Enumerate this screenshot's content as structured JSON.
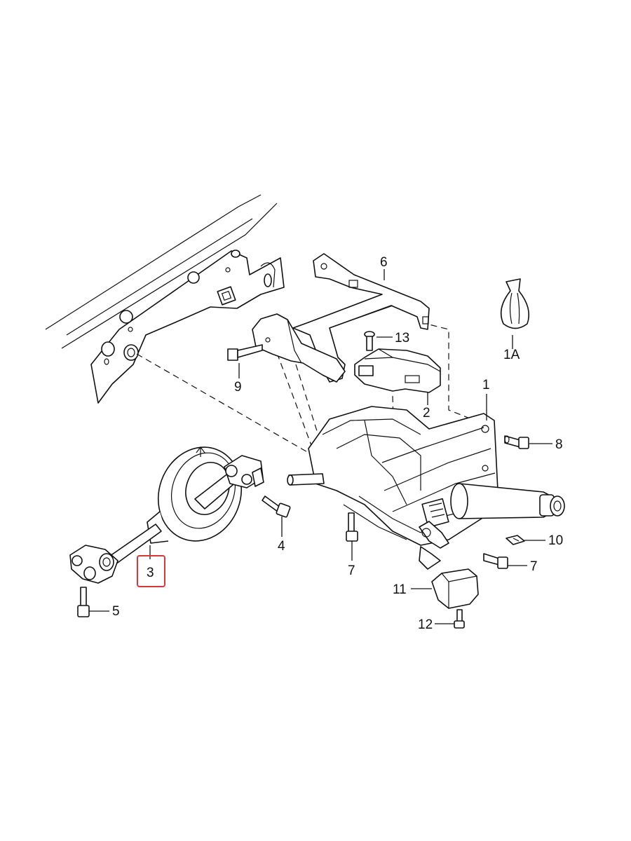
{
  "callouts": [
    {
      "id": "c1",
      "label": "1"
    },
    {
      "id": "c1a",
      "label": "1A"
    },
    {
      "id": "c2",
      "label": "2"
    },
    {
      "id": "c3",
      "label": "3",
      "highlighted": true
    },
    {
      "id": "c4",
      "label": "4"
    },
    {
      "id": "c5",
      "label": "5"
    },
    {
      "id": "c6",
      "label": "6"
    },
    {
      "id": "c7a",
      "label": "7"
    },
    {
      "id": "c7b",
      "label": "7"
    },
    {
      "id": "c8",
      "label": "8"
    },
    {
      "id": "c9",
      "label": "9"
    },
    {
      "id": "c10",
      "label": "10"
    },
    {
      "id": "c11",
      "label": "11"
    },
    {
      "id": "c12",
      "label": "12"
    },
    {
      "id": "c13",
      "label": "13"
    }
  ],
  "highlight_color": "#d9363e"
}
